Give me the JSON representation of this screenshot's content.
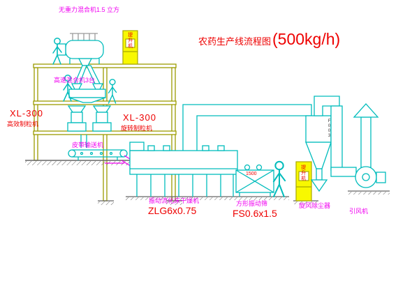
{
  "title": {
    "text": "农药生产线流程图",
    "capacity": "(500kg/h)"
  },
  "labels": {
    "gravity_free_mixer": "无重力混合机1.5 立方",
    "high_speed_mixer": "高速混合机3台",
    "granulator_left_model": "XL-300",
    "granulator_left_name": "高效制粒机",
    "granulator_mid_model": "XL-300",
    "granulator_mid_name": "旋转制粒机",
    "belt_conveyor": "皮带输送机",
    "dryer_name": "振动流化床干燥机",
    "dryer_model": "ZLG6x0.75",
    "screen_name": "方形振动筛",
    "screen_model": "FS0.6x1.5",
    "screen_dimension": "1500",
    "cyclone": "旋风除尘器",
    "fan": "引风机",
    "elevator_left": "提升机",
    "elevator_right": "提升机",
    "stack_tag": "F003"
  },
  "colors": {
    "label_magenta": "#f000f0",
    "label_red": "#ee0000",
    "equipment_cyan": "#00bcbc",
    "structure_olive": "#9c9c00",
    "elevator_yellow": "#f8f800"
  }
}
